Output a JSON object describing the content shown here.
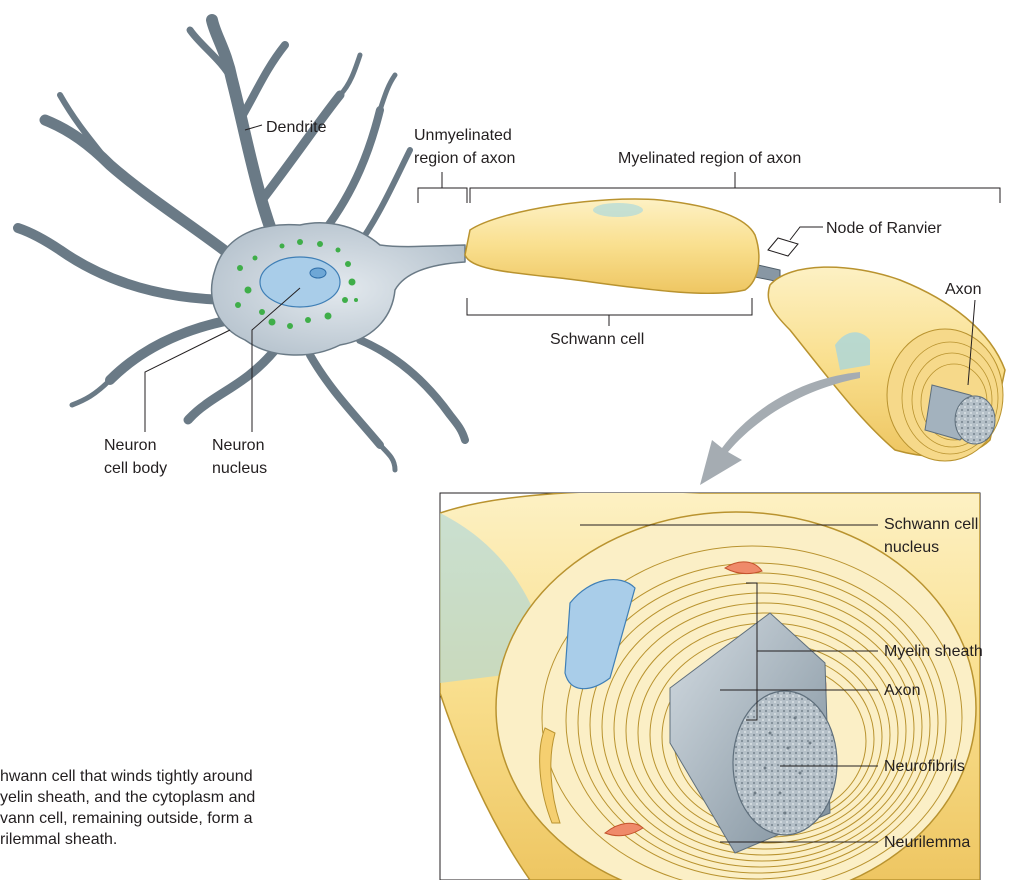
{
  "labels": {
    "dendrite": "Dendrite",
    "unmyelinated_1": "Unmyelinated",
    "unmyelinated_2": "region of axon",
    "myelinated": "Myelinated region of axon",
    "node_of_ranvier": "Node of Ranvier",
    "axon_top": "Axon",
    "schwann_cell": "Schwann cell",
    "neuron_cell_body_1": "Neuron",
    "neuron_cell_body_2": "cell body",
    "neuron_nucleus_1": "Neuron",
    "neuron_nucleus_2": "nucleus",
    "schwann_nucleus_1": "Schwann cell",
    "schwann_nucleus_2": "nucleus",
    "myelin_sheath": "Myelin sheath",
    "axon_detail": "Axon",
    "neurofibrils": "Neurofibrils",
    "neurilemma": "Neurilemma"
  },
  "caption_lines": [
    "hwann cell that winds tightly around",
    "yelin sheath, and the cytoplasm and",
    "vann cell, remaining outside, form a",
    "rilemmal sheath."
  ],
  "colors": {
    "neuron": "#c9d3dc",
    "neuron_outline": "#5f6f7c",
    "nucleus": "#a9cde9",
    "granules": "#3fae49",
    "schwann": "#fbe6a2",
    "schwann_outline": "#b9932f",
    "axon": "#9eadb9",
    "mito": "#ef8a6a"
  }
}
